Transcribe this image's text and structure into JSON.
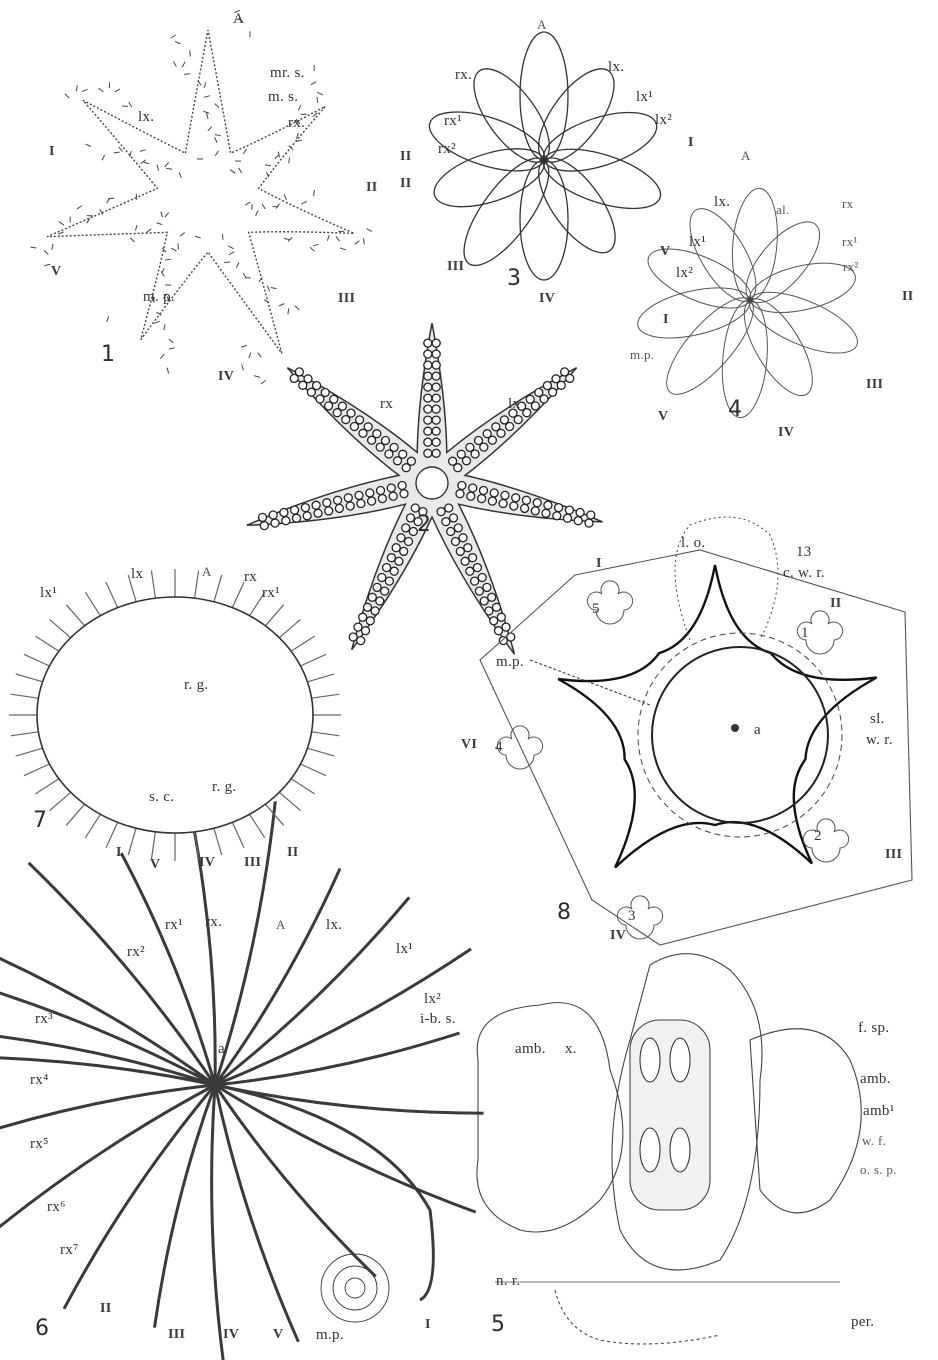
{
  "figures": {
    "fig1": {
      "number": "1",
      "labels": [
        "A",
        "mr. s.",
        "m. s.",
        "lx.",
        "rx.",
        "I",
        "II",
        "V",
        "m. p.",
        "III",
        "IV"
      ]
    },
    "fig2": {
      "number": "2",
      "labels": [
        "rx",
        "lx"
      ]
    },
    "fig3": {
      "number": "3",
      "labels": [
        "A",
        "lx.",
        "rx.",
        "rx¹",
        "lx¹",
        "lx²",
        "rx²",
        "I",
        "II",
        "II",
        "III",
        "IV"
      ]
    },
    "fig4": {
      "number": "4",
      "labels": [
        "A",
        "lx.",
        "al.",
        "rx",
        "rx¹",
        "lx¹",
        "rx²",
        "V",
        "lx²",
        "II",
        "I",
        "m.p.",
        "III",
        "V",
        "IV"
      ]
    },
    "fig5": {
      "number": "5",
      "labels": [
        "amb.",
        "x.",
        "f. sp.",
        "amb.",
        "amb¹",
        "w. f.",
        "o. s. p.",
        "n. r.",
        "per."
      ]
    },
    "fig6": {
      "number": "6",
      "labels": [
        "rx¹",
        "rx.",
        "A",
        "lx.",
        "lx¹",
        "rx²",
        "lx²",
        "i-b. s.",
        "rx³",
        "a",
        "rx⁴",
        "rx⁵",
        "rx⁶",
        "rx⁷",
        "II",
        "III",
        "IV",
        "V",
        "m.p.",
        "I"
      ]
    },
    "fig7": {
      "number": "7",
      "labels": [
        "lx¹",
        "lx",
        "A",
        "rx",
        "rx¹",
        "r. g.",
        "s. c.",
        "r. g.",
        "I",
        "V",
        "IV",
        "III",
        "II"
      ]
    },
    "fig8": {
      "number": "8",
      "labels": [
        "l. o.",
        "13",
        "c. w. r.",
        "I",
        "II",
        "5",
        "1",
        "m.p.",
        "sl.",
        "a",
        "w. r.",
        "VI",
        "4",
        "2",
        "III",
        "3",
        "IV"
      ]
    }
  },
  "colors": {
    "ink": "#2b2b2b",
    "paper": "#ffffff"
  }
}
